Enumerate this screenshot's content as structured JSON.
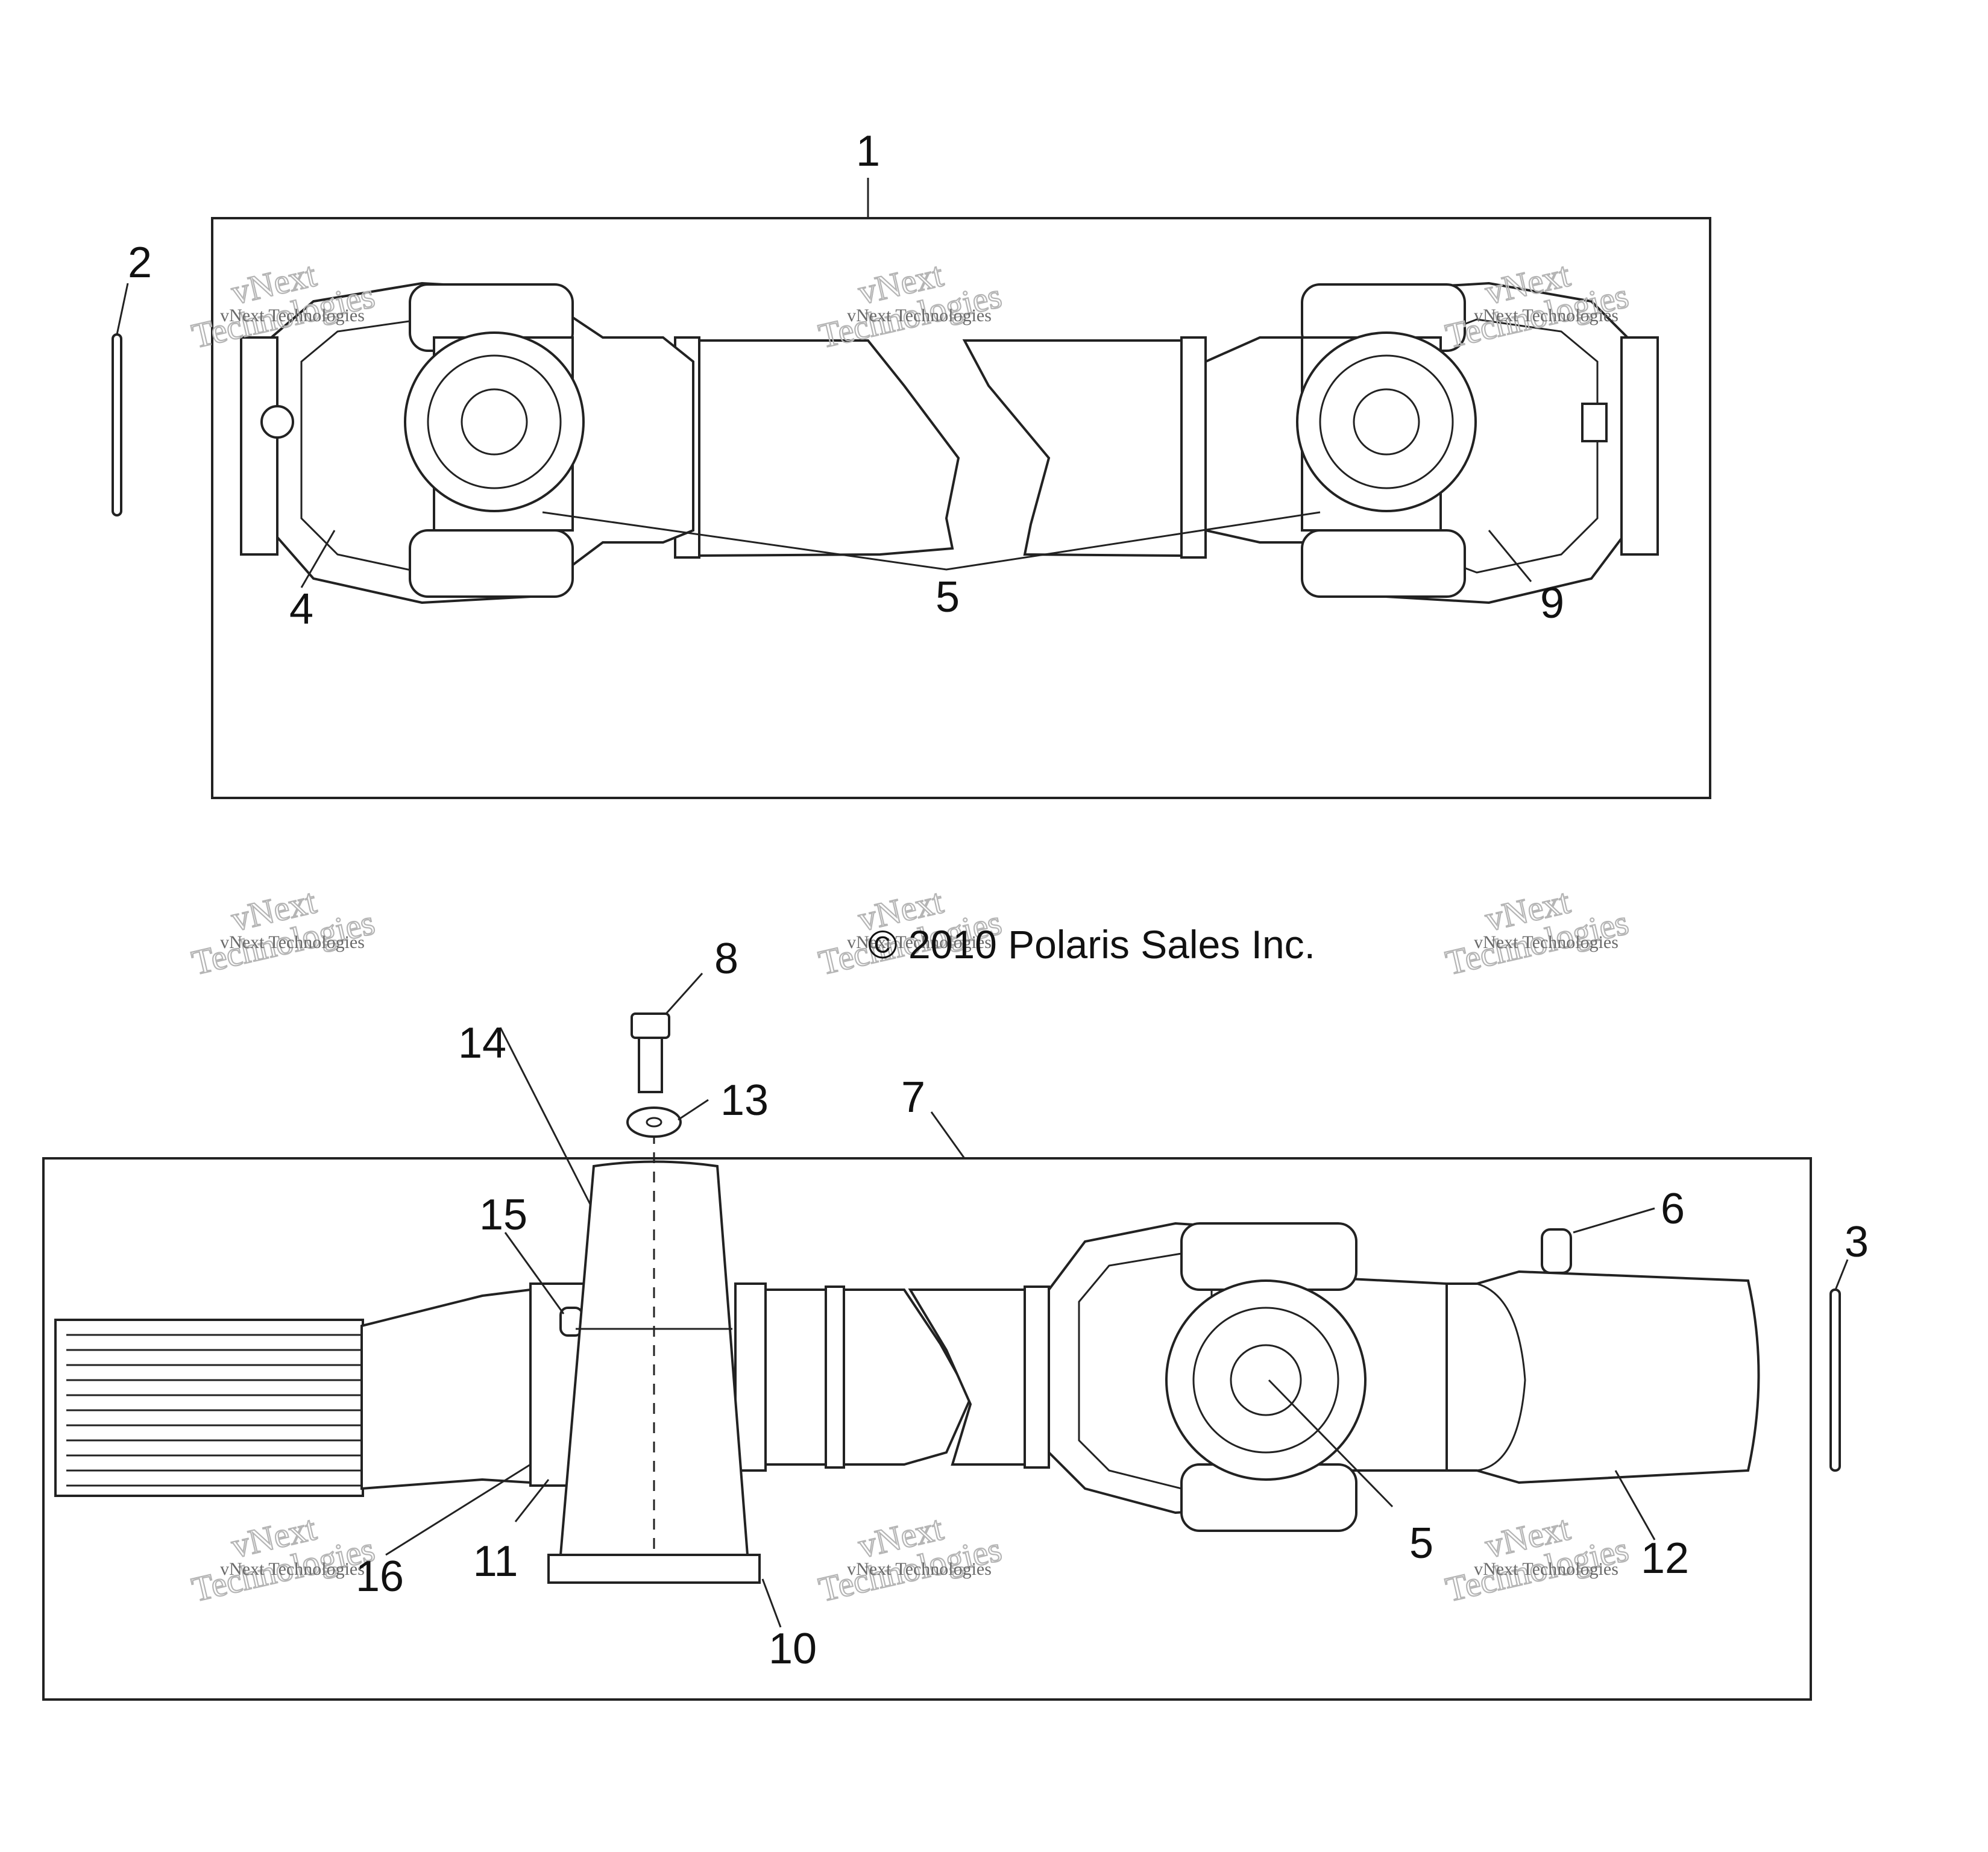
{
  "callouts": {
    "c1": "1",
    "c2": "2",
    "c3": "3",
    "c4": "4",
    "c5a": "5",
    "c5b": "5",
    "c6": "6",
    "c7": "7",
    "c8": "8",
    "c9": "9",
    "c10": "10",
    "c11": "11",
    "c12": "12",
    "c13": "13",
    "c14": "14",
    "c15": "15",
    "c16": "16"
  },
  "copyright": "© 2010 Polaris Sales Inc.",
  "watermark": {
    "line1": "vNext",
    "line2": "Technologies",
    "small": "vNext Technologies"
  }
}
